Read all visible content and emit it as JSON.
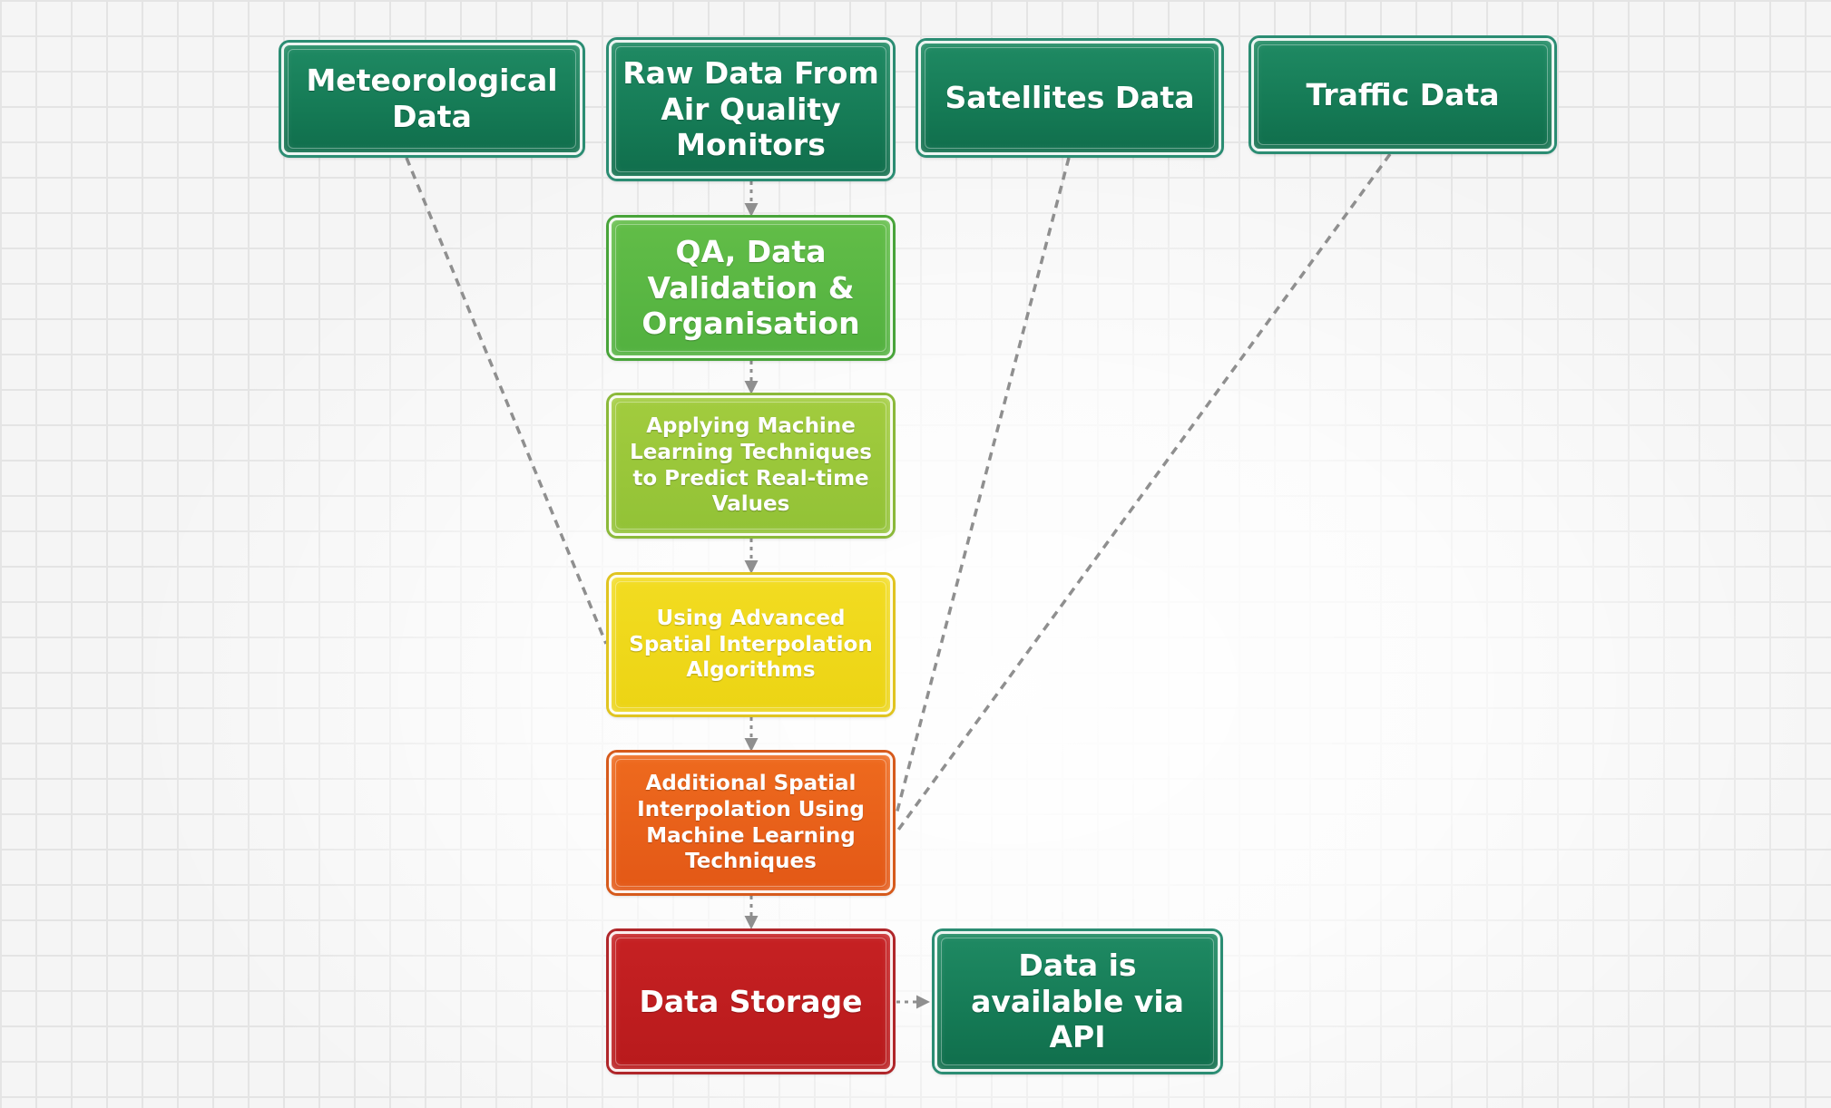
{
  "diagram": {
    "source_nodes": [
      {
        "id": "meteorological",
        "label": "Meteorological Data",
        "color": "#157a55"
      },
      {
        "id": "raw",
        "label": "Raw Data From Air Quality Monitors",
        "color": "#157a55"
      },
      {
        "id": "satellites",
        "label": "Satellites Data",
        "color": "#157a55"
      },
      {
        "id": "traffic",
        "label": "Traffic Data",
        "color": "#157a55"
      }
    ],
    "pipeline_nodes": [
      {
        "id": "qa",
        "label": "QA, Data Validation & Organisation",
        "color": "#52b13f"
      },
      {
        "id": "ml",
        "label": "Applying Machine Learning Techniques to Predict Real-time Values",
        "color": "#92c236"
      },
      {
        "id": "spatial",
        "label": "Using Advanced Spatial Interpolation Algorithms",
        "color": "#ecd414"
      },
      {
        "id": "additional",
        "label": "Additional Spatial Interpolation Using Machine Learning Techniques",
        "color": "#e35816"
      },
      {
        "id": "storage",
        "label": "Data Storage",
        "color": "#b81a1c"
      }
    ],
    "output_nodes": [
      {
        "id": "api",
        "label": "Data is available via API",
        "color": "#157a55"
      }
    ],
    "edges": [
      {
        "from": "raw",
        "to": "qa",
        "style": "dotted-arrow"
      },
      {
        "from": "qa",
        "to": "ml",
        "style": "dotted-arrow"
      },
      {
        "from": "ml",
        "to": "spatial",
        "style": "dotted-arrow"
      },
      {
        "from": "spatial",
        "to": "additional",
        "style": "dotted-arrow"
      },
      {
        "from": "additional",
        "to": "storage",
        "style": "dotted-arrow"
      },
      {
        "from": "storage",
        "to": "api",
        "style": "dotted-arrow"
      },
      {
        "from": "meteorological",
        "to": "spatial",
        "style": "dashed-line"
      },
      {
        "from": "satellites",
        "to": "additional",
        "style": "dashed-line"
      },
      {
        "from": "traffic",
        "to": "additional",
        "style": "dashed-line"
      }
    ],
    "connector_color": "#8f8f8f"
  }
}
